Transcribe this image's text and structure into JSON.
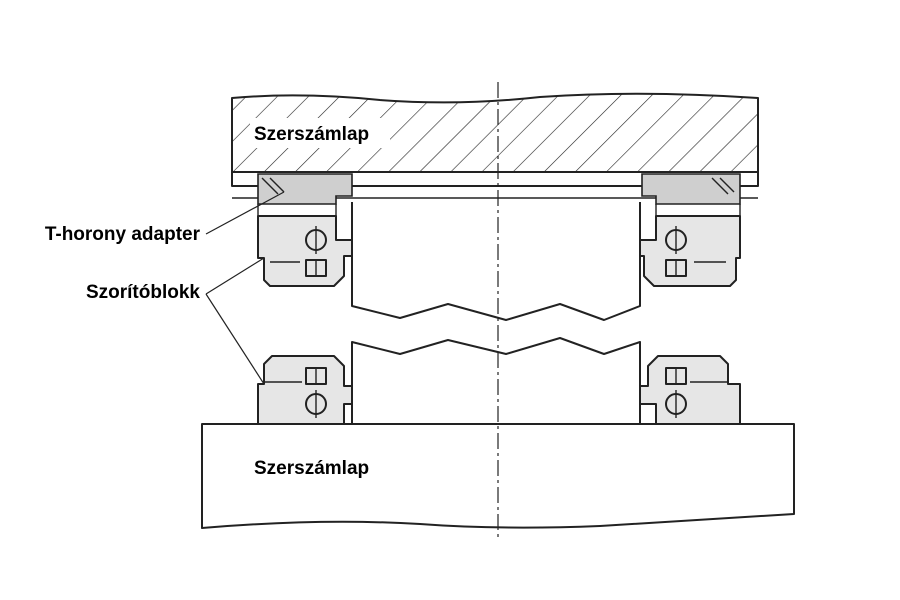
{
  "labels": {
    "upper_plate": "Szerszámlap",
    "lower_plate": "Szerszámlap",
    "t_slot_adapter": "T-horony adapter",
    "clamping_block": "Szorítóblokk"
  }
}
